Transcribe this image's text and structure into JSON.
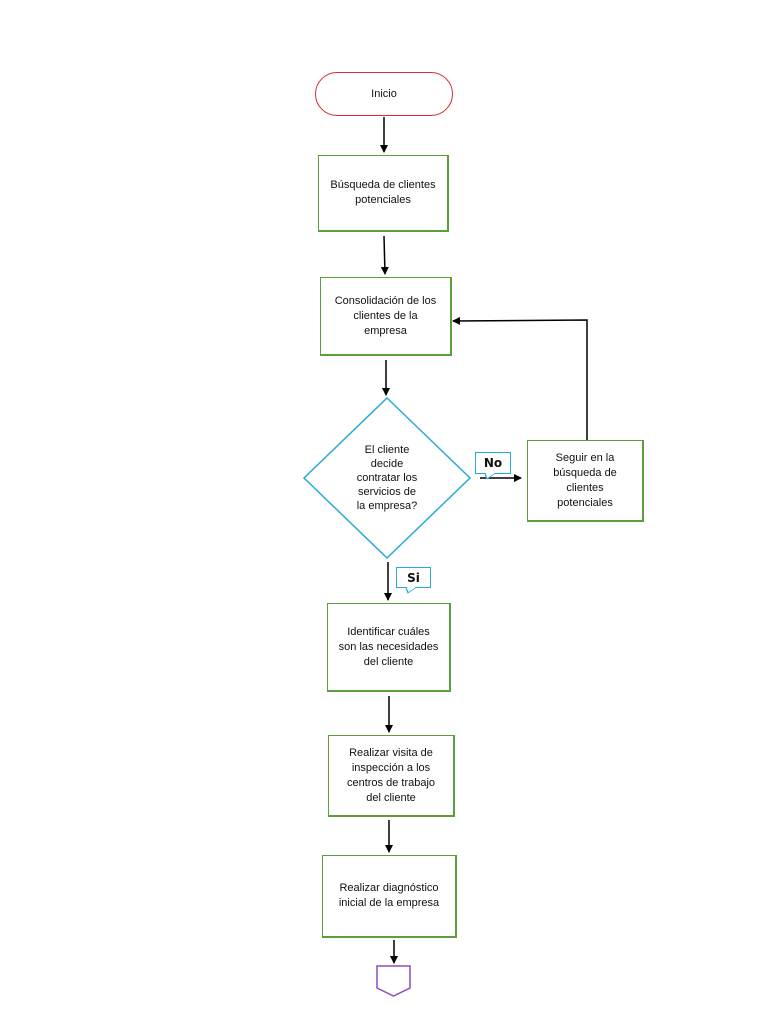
{
  "flowchart": {
    "start": {
      "label": "Inicio"
    },
    "steps": {
      "search": "Búsqueda de clientes\npotenciales",
      "consolidate": "Consolidación de los\nclientes de la\nempresa",
      "keep_searching": "Seguir en la\nbúsqueda de\nclientes\npotenciales",
      "identify_needs": "Identificar cuáles\nson las necesidades\ndel cliente",
      "inspection_visit": "Realizar visita de\ninspección a los\ncentros de trabajo\ndel cliente",
      "diagnosis": "Realizar diagnóstico\ninicial de la empresa"
    },
    "decision": {
      "label": "El cliente\ndecide\ncontratar los\nservicios de\nla empresa?"
    },
    "branches": {
      "no": "No",
      "yes": "Si"
    },
    "colors": {
      "terminal_border": "#e0262b",
      "process_border": "#5c9e3e",
      "decision_border": "#29a9d9",
      "connector_border": "#8a4fc4",
      "arrow": "#000000"
    }
  }
}
